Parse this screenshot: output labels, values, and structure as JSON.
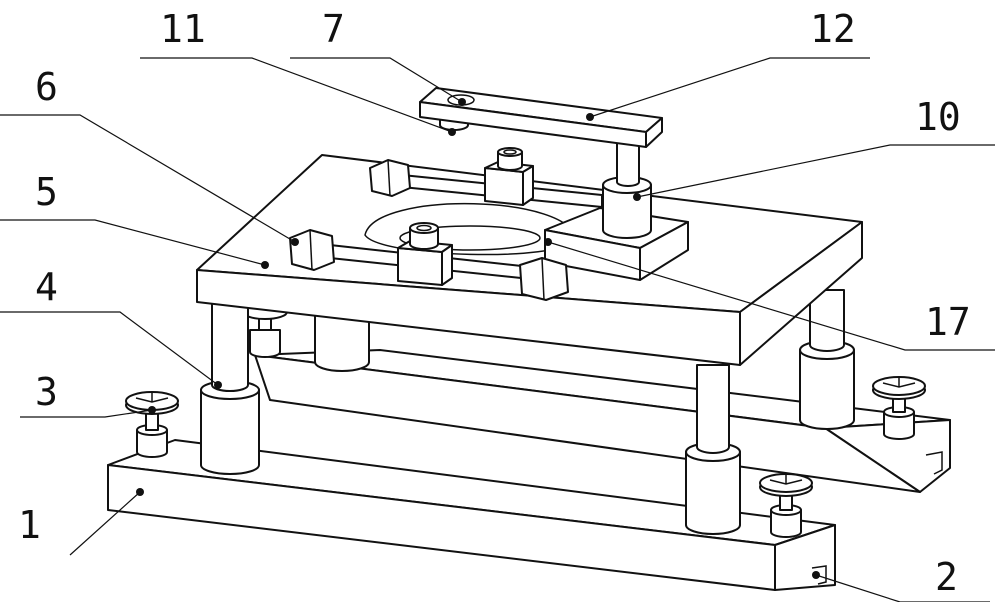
{
  "diagram": {
    "labels": [
      {
        "id": "1",
        "text": "1"
      },
      {
        "id": "2",
        "text": "2"
      },
      {
        "id": "3",
        "text": "3"
      },
      {
        "id": "4",
        "text": "4"
      },
      {
        "id": "5",
        "text": "5"
      },
      {
        "id": "6",
        "text": "6"
      },
      {
        "id": "7",
        "text": "7"
      },
      {
        "id": "10",
        "text": "10"
      },
      {
        "id": "11",
        "text": "11"
      },
      {
        "id": "12",
        "text": "12"
      },
      {
        "id": "17",
        "text": "17"
      }
    ]
  }
}
